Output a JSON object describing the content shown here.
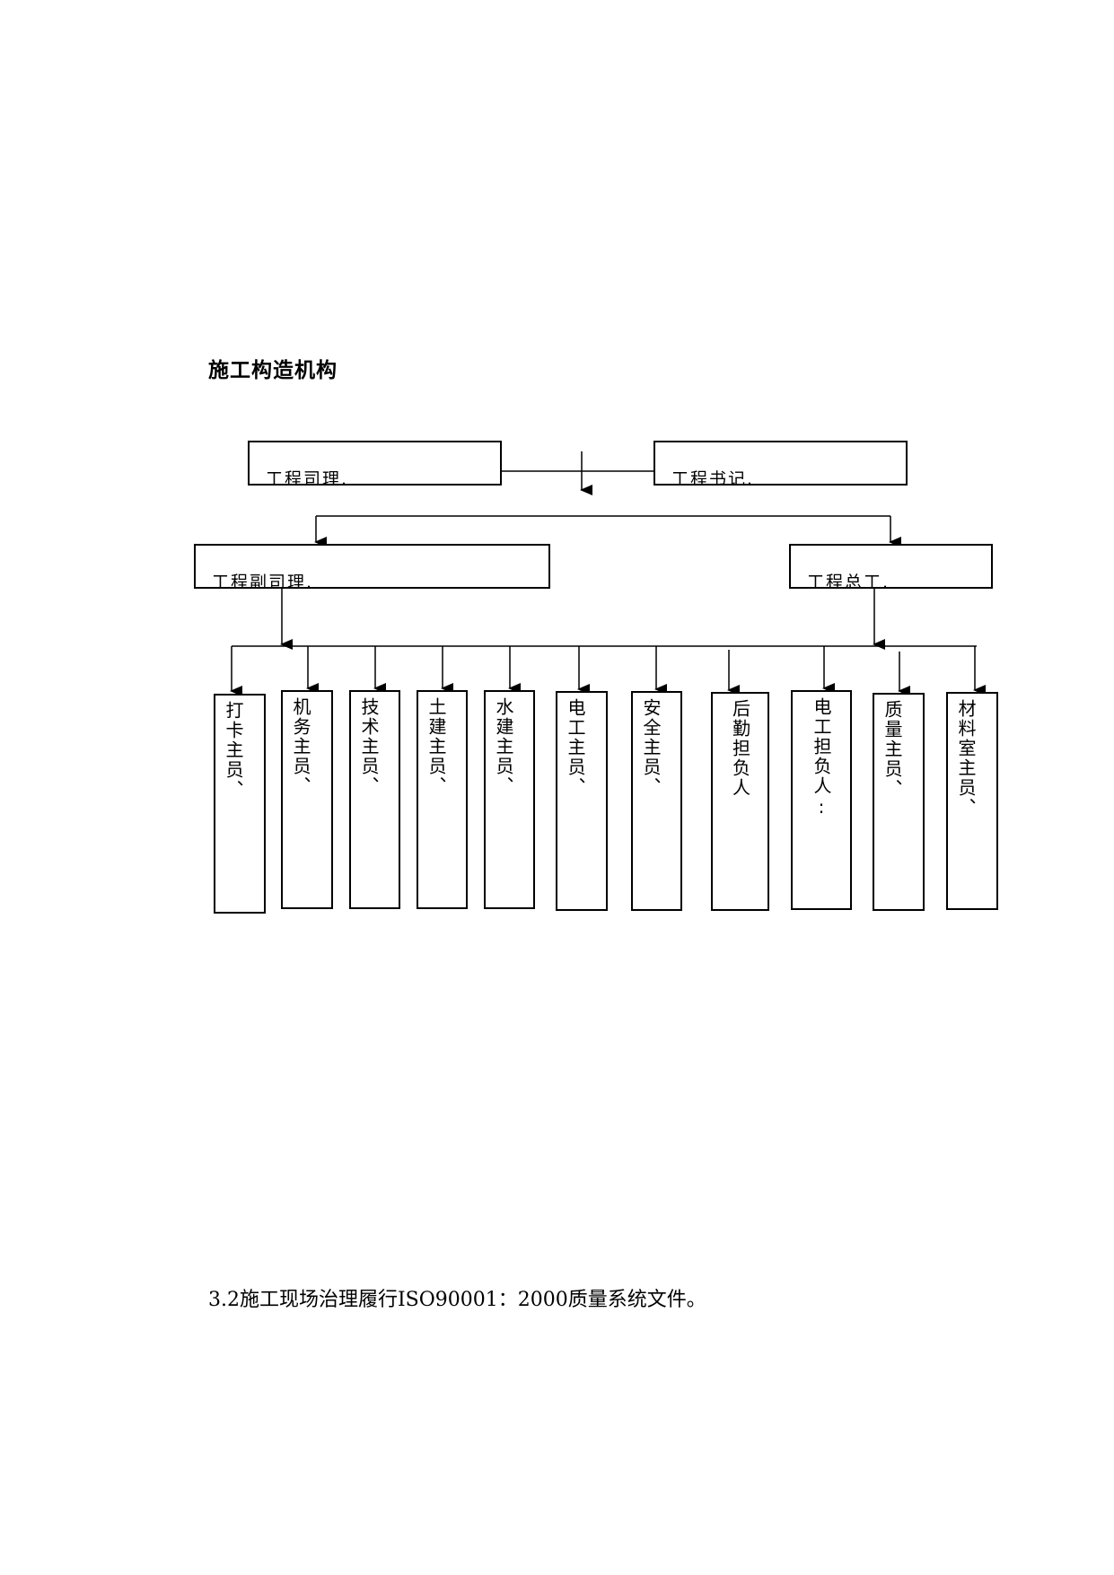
{
  "heading": "施工构造机构",
  "org_chart": {
    "top_left": "工程司理.",
    "top_right": "工程书记.",
    "mid_left": "工程副司理.",
    "mid_right": "工程总工.",
    "bottom": [
      "打卡主员、",
      "机务主员、",
      "技术主员、",
      "土建主员、",
      "水建主员、",
      "电工主员、",
      "安全主员、",
      "后勤担负人",
      "电工担负人:",
      "质量主员、",
      "材料室主员、"
    ]
  },
  "footer": "3.2施工现场治理履行ISO90001：2000质量系统文件。",
  "colors": {
    "line": "#000000",
    "background": "#ffffff"
  }
}
